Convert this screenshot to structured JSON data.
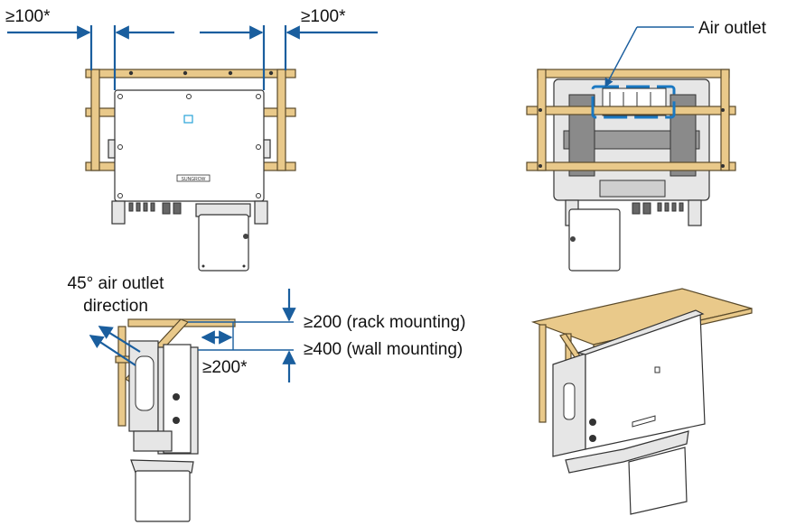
{
  "labels": {
    "left_clearance": "≥100*",
    "right_clearance": "≥100*",
    "air_outlet": "Air outlet",
    "outlet_direction_line1": "45° air outlet",
    "outlet_direction_line2": "direction",
    "top_rack": "≥200 (rack mounting)",
    "top_wall": "≥400 (wall mounting)",
    "front_clearance": "≥200*",
    "brand_plate": "SUNGROW"
  },
  "colors": {
    "dimension_blue": "#1a5e9e",
    "air_outlet_blue": "#1a78c2",
    "wood": "#e9c98a"
  }
}
